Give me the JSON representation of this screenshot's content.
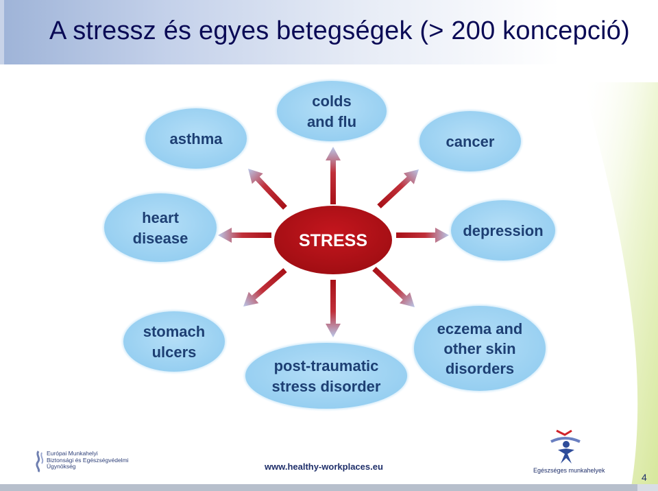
{
  "slide": {
    "title": "A stressz és egyes betegségek (> 200 koncepció)",
    "page_number": "4",
    "footer_url": "www.healthy-workplaces.eu"
  },
  "diagram": {
    "center": "STRESS",
    "nodes": [
      {
        "id": "colds",
        "lines": [
          "colds",
          "and flu"
        ]
      },
      {
        "id": "cancer",
        "lines": [
          "cancer"
        ]
      },
      {
        "id": "depression",
        "lines": [
          "depression"
        ]
      },
      {
        "id": "eczema",
        "lines": [
          "eczema and",
          "other skin",
          "disorders"
        ]
      },
      {
        "id": "ptsd",
        "lines": [
          "post-traumatic",
          "stress disorder"
        ]
      },
      {
        "id": "stomach",
        "lines": [
          "stomach",
          "ulcers"
        ]
      },
      {
        "id": "heart",
        "lines": [
          "heart",
          "disease"
        ]
      },
      {
        "id": "asthma",
        "lines": [
          "asthma"
        ]
      }
    ],
    "colors": {
      "center_fill": "#b01016",
      "node_fill": "#9fd3f3",
      "node_text": "#1d3f73",
      "center_text": "#ffffff"
    }
  },
  "logos": {
    "agency": [
      "Európai Munkahelyi",
      "Biztonsági és Egészségvédelmi",
      "Ügynökség"
    ],
    "campaign": "Egészséges munkahelyek"
  }
}
